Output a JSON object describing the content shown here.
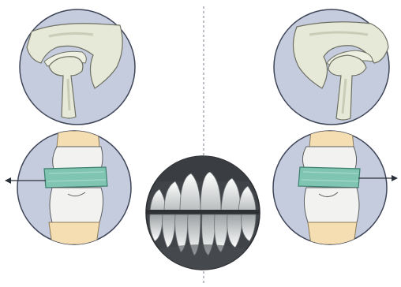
{
  "colors": {
    "background": "#ffffff",
    "circle_fill": "#c5ccdd",
    "circle_stroke": "#3f4658",
    "bone": "#e6e8d8",
    "bone_shade": "#c9ccb6",
    "gum": "#f5dfb2",
    "splint": "#7fc5b2",
    "splint_stroke": "#3d7f6e",
    "arrow": "#2b2f3a",
    "midline": "#7a7f8c",
    "teeth_dark": "#404448",
    "teeth_light": "#f2f3f1"
  },
  "panels": [
    {
      "id": "joint-left",
      "kind": "jaw-joint",
      "mirrored": false
    },
    {
      "id": "joint-right",
      "kind": "jaw-joint",
      "mirrored": true
    },
    {
      "id": "teeth-splint-left",
      "kind": "teeth-splint",
      "arrow": "left"
    },
    {
      "id": "teeth-splint-right",
      "kind": "teeth-splint",
      "arrow": "right"
    },
    {
      "id": "dental-arch-front",
      "kind": "dental-arch"
    }
  ],
  "midline": {
    "style": "dashed"
  }
}
